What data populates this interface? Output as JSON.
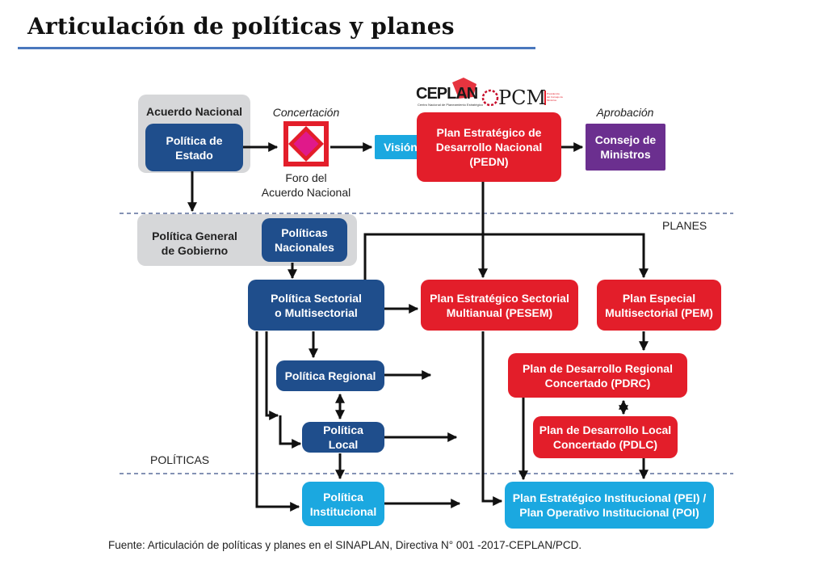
{
  "title": "Articulación de políticas y planes",
  "logos": {
    "ceplan": "CEPLAN",
    "ceplan_sub": "Centro Nacional de Planeamiento Estratégico",
    "pcm": "PCM",
    "pcm_sub": "Presidencia del Consejo de Ministros"
  },
  "labels": {
    "acuerdo": "Acuerdo Nacional",
    "concertacion": "Concertación",
    "foro_line1": "Foro del",
    "foro_line2": "Acuerdo Nacional",
    "aprobacion": "Aprobación",
    "planes": "PLANES",
    "politicas": "POLÍTICAS"
  },
  "boxes": {
    "politica_estado": [
      "Política de",
      "Estado"
    ],
    "vision": [
      "Visión"
    ],
    "pedn": [
      "Plan Estratégico de",
      "Desarrollo  Nacional",
      "(PEDN)"
    ],
    "consejo": [
      "Consejo de",
      "Ministros"
    ],
    "politica_general": [
      "Política General",
      "de Gobierno"
    ],
    "politicas_nacionales": [
      "Políticas",
      "Nacionales"
    ],
    "politica_sectorial": [
      "Política Sectorial",
      "o Multisectorial"
    ],
    "pesem": [
      "Plan Estratégico Sectorial",
      "Multianual (PESEM)"
    ],
    "pem": [
      "Plan Especial",
      "Multisectorial (PEM)"
    ],
    "politica_regional": [
      "Política Regional"
    ],
    "pdrc": [
      "Plan de Desarrollo Regional",
      "Concertado (PDRC)"
    ],
    "politica_local": [
      "Política Local"
    ],
    "pdlc": [
      "Plan de Desarrollo Local",
      "Concertado (PDLC)"
    ],
    "politica_institucional": [
      "Política",
      "Institucional"
    ],
    "pei_poi": [
      "Plan Estratégico Institucional (PEI) /",
      "Plan Operativo Institucional (POI)"
    ]
  },
  "source": "Fuente: Articulación de políticas y planes en el SINAPLAN, Directiva N° 001 -2017-CEPLAN/PCD.",
  "colors": {
    "navy": "#1f4e8c",
    "red": "#e31e2a",
    "cyan": "#1ba8e0",
    "purple": "#6b2f8f",
    "grey": "#d6d7d9",
    "magenta": "#e0198a",
    "rule": "#4a78bd",
    "dash": "#5b6f9c"
  }
}
